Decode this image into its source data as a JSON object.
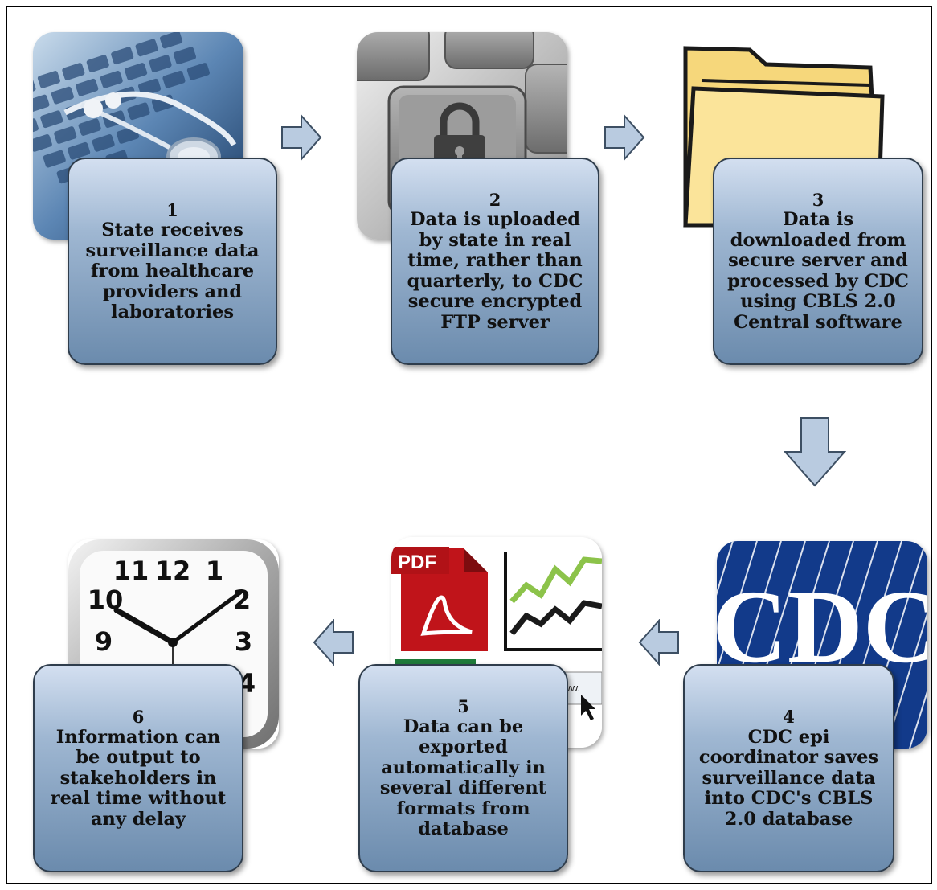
{
  "colors": {
    "card_top": "#d3dff0",
    "card_bottom": "#6b8bad",
    "card_border": "#2f3d4c",
    "arrow_fill": "#b9cbe0",
    "arrow_stroke": "#3d4f63",
    "cdc_blue": "#123a8a",
    "pdf_red": "#c0141a",
    "folder_yellow": "#fbe49a"
  },
  "steps": [
    {
      "number": "1",
      "text": "State receives surveillance data from healthcare providers and laboratories",
      "icon": "stethoscope-keyboard-icon"
    },
    {
      "number": "2",
      "text": "Data is uploaded by state in real time, rather than quarterly, to CDC secure encrypted FTP server",
      "icon": "padlock-key-icon"
    },
    {
      "number": "3",
      "text": "Data is downloaded from secure server and processed by CDC using CBLS 2.0 Central software",
      "icon": "folder-icon"
    },
    {
      "number": "4",
      "text": "CDC epi coordinator saves surveillance data into CDC's CBLS 2.0 database",
      "icon": "cdc-logo-icon"
    },
    {
      "number": "5",
      "text": "Data can be exported automatically in several different formats from database",
      "icon": "pdf-chart-icon"
    },
    {
      "number": "6",
      "text": "Information can be output to stakeholders in real time without any delay",
      "icon": "clock-icon"
    }
  ],
  "images": {
    "cdc_logo_text": "CDC",
    "pdf_label": "PDF",
    "www_label": "www.",
    "clock_numerals": [
      "11",
      "12",
      "1",
      "10",
      "2",
      "9",
      "3",
      "4"
    ]
  }
}
